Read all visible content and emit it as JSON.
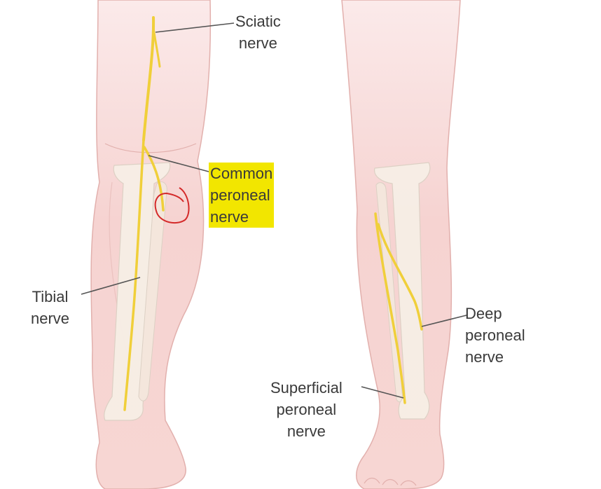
{
  "labels": {
    "sciatic": [
      "Sciatic",
      "nerve"
    ],
    "common_peroneal": [
      "Common",
      "peroneal",
      "nerve"
    ],
    "tibial": [
      "Tibial",
      "nerve"
    ],
    "deep_peroneal": [
      "Deep",
      "peroneal",
      "nerve"
    ],
    "superficial_peroneal": [
      "Superficial",
      "peroneal",
      "nerve"
    ]
  },
  "colors": {
    "skin": "#f6d2d0",
    "skin_edge": "#e2b0ad",
    "bone": "#f7efe6",
    "bone_edge": "#dcd0c4",
    "nerve": "#f0cf3a",
    "highlight": "#f2e600",
    "annotation_circle": "#d42a2a",
    "leader": "#555555"
  }
}
